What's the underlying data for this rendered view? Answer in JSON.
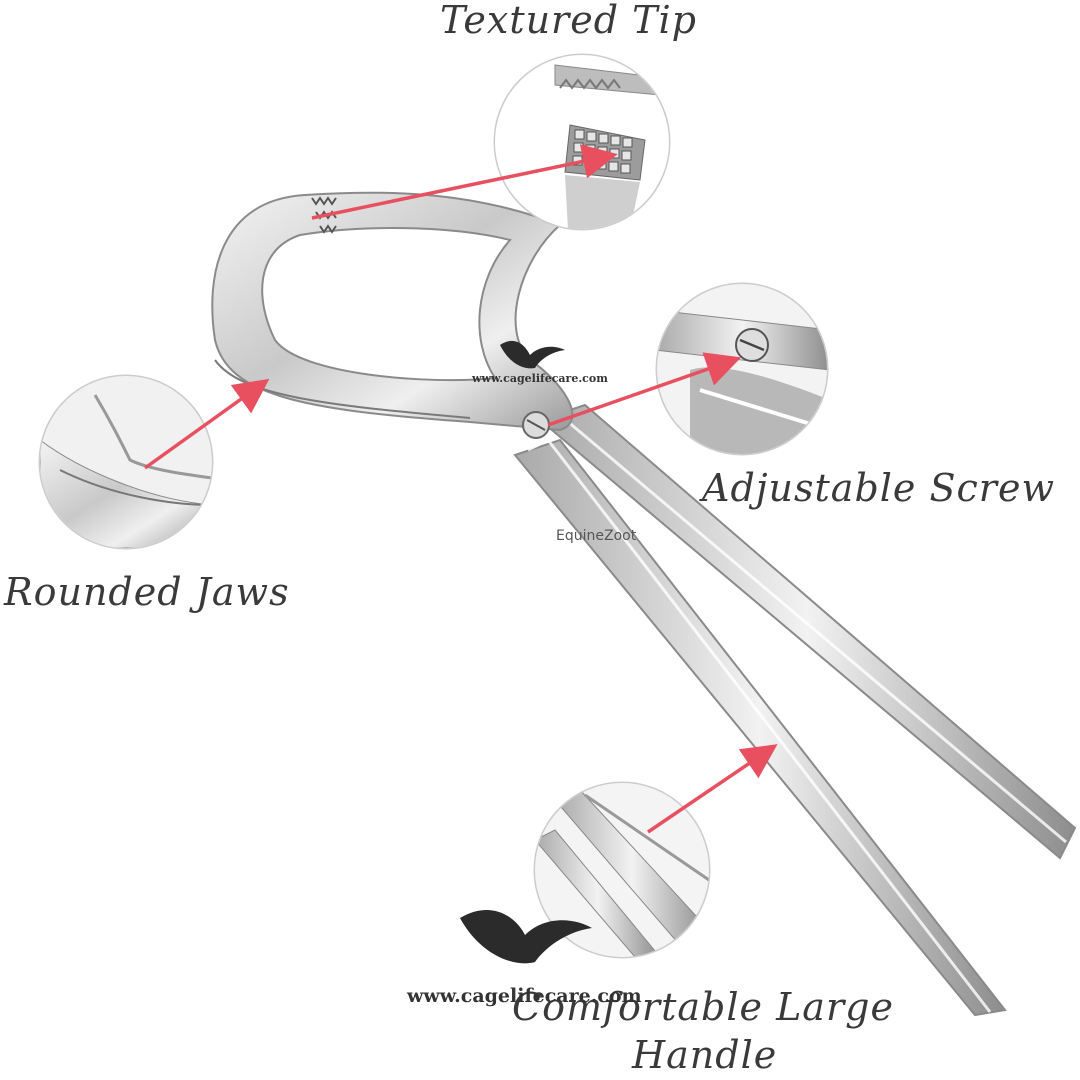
{
  "labels": {
    "textured_tip": "Textured Tip",
    "adjustable_screw": "Adjustable Screw",
    "rounded_jaws": "Rounded Jaws",
    "handle_line1": "Comfortable Large",
    "handle_line2": "Handle"
  },
  "watermarks": {
    "site_small": "www.cagelifecare.com",
    "site_large": "www.cagelifecare.com",
    "brand": "EquineZoot"
  },
  "colors": {
    "arrow": "#e8505f",
    "label_text": "#3a3a3a",
    "steel_light": "#eeeeee",
    "steel_dark": "#8a8a8a"
  }
}
